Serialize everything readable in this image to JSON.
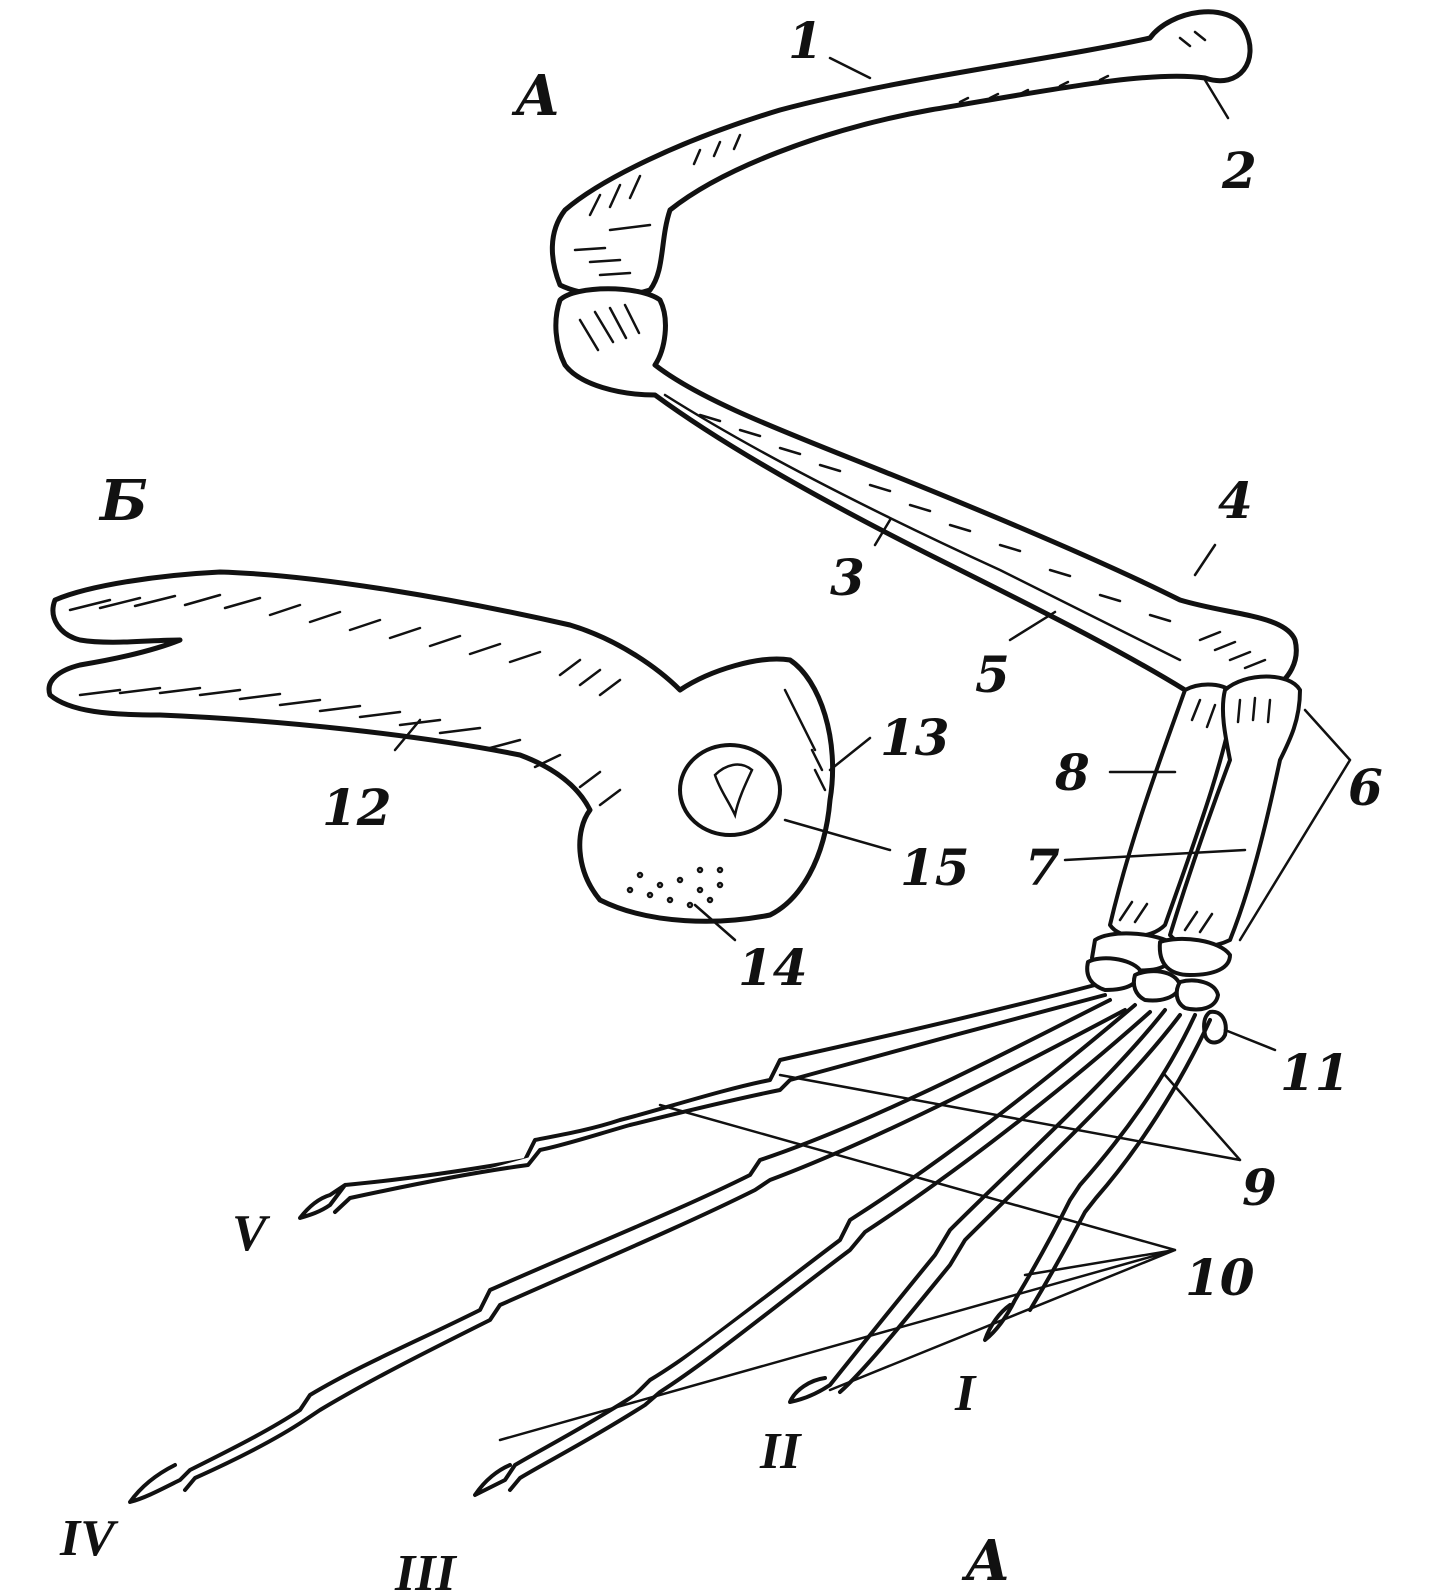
{
  "labels": {
    "panel_a": "А",
    "panel_a_bottom": "А",
    "panel_b": "Б",
    "n1": "1",
    "n2": "2",
    "n3": "3",
    "n4": "4",
    "n5": "5",
    "n6": "6",
    "n7": "7",
    "n8": "8",
    "n9": "9",
    "n10": "10",
    "n11": "11",
    "n12": "12",
    "n13": "13",
    "n14": "14",
    "n15": "15"
  },
  "digits": {
    "I": "I",
    "II": "II",
    "III": "III",
    "IV": "IV",
    "V": "V"
  },
  "colors": {
    "ink": "#111111",
    "paper": "#ffffff"
  }
}
